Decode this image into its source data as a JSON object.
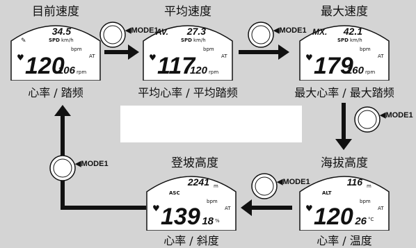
{
  "screens": [
    {
      "title": "目前速度",
      "caption": "心率 / 踏频",
      "top_prefix": "",
      "top_value": "34.5",
      "top_unit": "km/h",
      "main_value": "120",
      "side_value": "106",
      "side_unit": "rpm",
      "unit_label": "SPD",
      "bpm_label": "bpm",
      "at_label": "AT"
    },
    {
      "title": "平均速度",
      "caption": "平均心率 / 平均踏频",
      "top_prefix": "AV.",
      "top_value": "27.3",
      "top_unit": "km/h",
      "main_value": "117",
      "side_value": "120",
      "side_unit": "rpm",
      "unit_label": "SPD",
      "bpm_label": "bpm",
      "at_label": "AT"
    },
    {
      "title": "最大速度",
      "caption": "最大心率 / 最大踏频",
      "top_prefix": "MX.",
      "top_value": "42.1",
      "top_unit": "km/h",
      "main_value": "179",
      "side_value": "160",
      "side_unit": "rpm",
      "unit_label": "SPD",
      "bpm_label": "bpm",
      "at_label": "AT"
    },
    {
      "title": "海拔高度",
      "caption": "心率 / 温度",
      "top_prefix": "",
      "top_value": "116",
      "top_unit": "m",
      "main_value": "120",
      "side_value": "26",
      "side_unit": "°C",
      "unit_label": "ALT",
      "bpm_label": "bpm",
      "at_label": "AT"
    },
    {
      "title": "登坡高度",
      "caption": "心率 / 斜度",
      "top_prefix": "",
      "top_value": "2241",
      "top_unit": "m",
      "main_value": "139",
      "side_value": "18",
      "side_unit": "%",
      "unit_label": "ASC",
      "bpm_label": "bpm",
      "at_label": "AT"
    }
  ],
  "mode_label": "◀MODE1",
  "colors": {
    "background": "#d4d4d4",
    "arrow": "#111111",
    "heart": "#e0212a",
    "device": "#ffffff"
  }
}
